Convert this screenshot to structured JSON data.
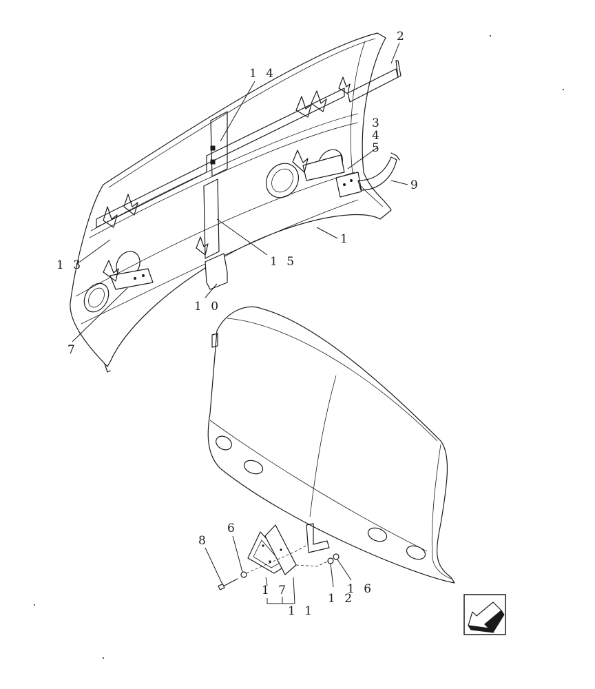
{
  "diagram": {
    "callouts": {
      "c1": "1",
      "c2": "2",
      "c3": "3",
      "c4": "4",
      "c5": "5",
      "c6": "6",
      "c7": "7",
      "c8": "8",
      "c9": "9",
      "c10": "1 0",
      "c11": "1 1",
      "c12": "1 2",
      "c13": "1 3",
      "c14": "1 4",
      "c15": "1 5",
      "c16": "1 6",
      "c17": "1 7"
    },
    "nav_icon": "direction-arrow-icon"
  }
}
